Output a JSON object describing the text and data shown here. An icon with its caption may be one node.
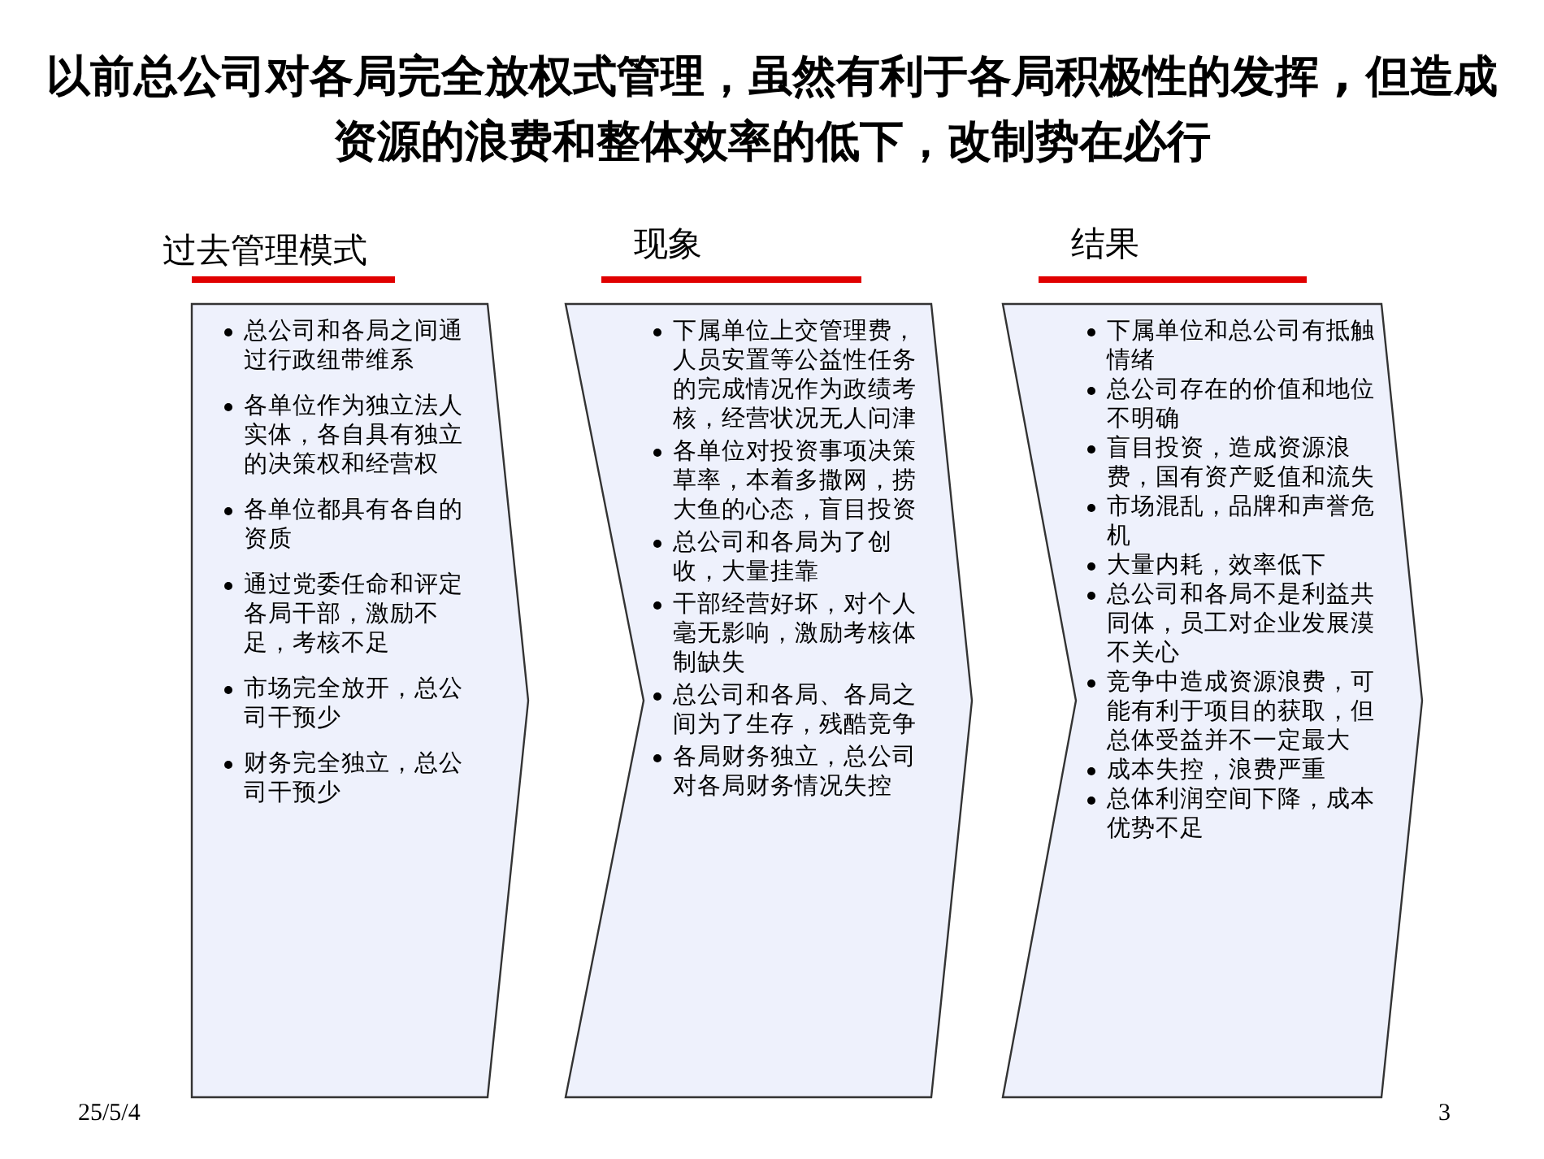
{
  "diagram": {
    "title": "以前总公司对各局完全放权式管理，虽然有利于各局积极性的发挥 , 但造成资源的浪费和整体效率的低下，改制势在必行",
    "nodes": [
      {
        "text": [
          "过去管理模式",
          "总公司和各局之间通过行政纽带维系",
          "各单位作为独立法人实体，各自具有独立的决策权和经营权",
          "各单位都具有各自的资质",
          "通过党委任命和评定各局干部，激励不足，考核不足",
          "市场完全放开，总公司干预少",
          "财务完全独立，总公司干预少"
        ]
      },
      {
        "text": [
          "现象",
          "下属单位上交管理费，人员安置等公益性任务的完成情况作为政绩考核，经营状况无人问津",
          "各单位对投资事项决策草率，本着多撒网，捞大鱼的心态，盲目投资",
          "总公司和各局为了创收，大量挂靠",
          "干部经营好坏，对个人毫无影响，激励考核体制缺失",
          "总公司和各局、各局之间为了生存，残酷竞争",
          "各局财务独立，总公司对各局财务情况失控"
        ]
      },
      {
        "text": [
          "结果",
          "下属单位和总公司有抵触情绪",
          "总公司存在的价值和地位不明确",
          "盲目投资，造成资源浪费，国有资产贬值和流失",
          "市场混乱，品牌和声誉危机",
          "大量内耗，效率低下",
          "总公司和各局不是利益共同体，员工对企业发展漠不关心",
          "竞争中造成资源浪费，可能有利于项目的获取，但总体受益并不一定最大",
          "成本失控，浪费严重",
          "总体利润空间下降，成本优势不足"
        ]
      }
    ],
    "labels": [
      "25/5/4",
      "3"
    ]
  }
}
